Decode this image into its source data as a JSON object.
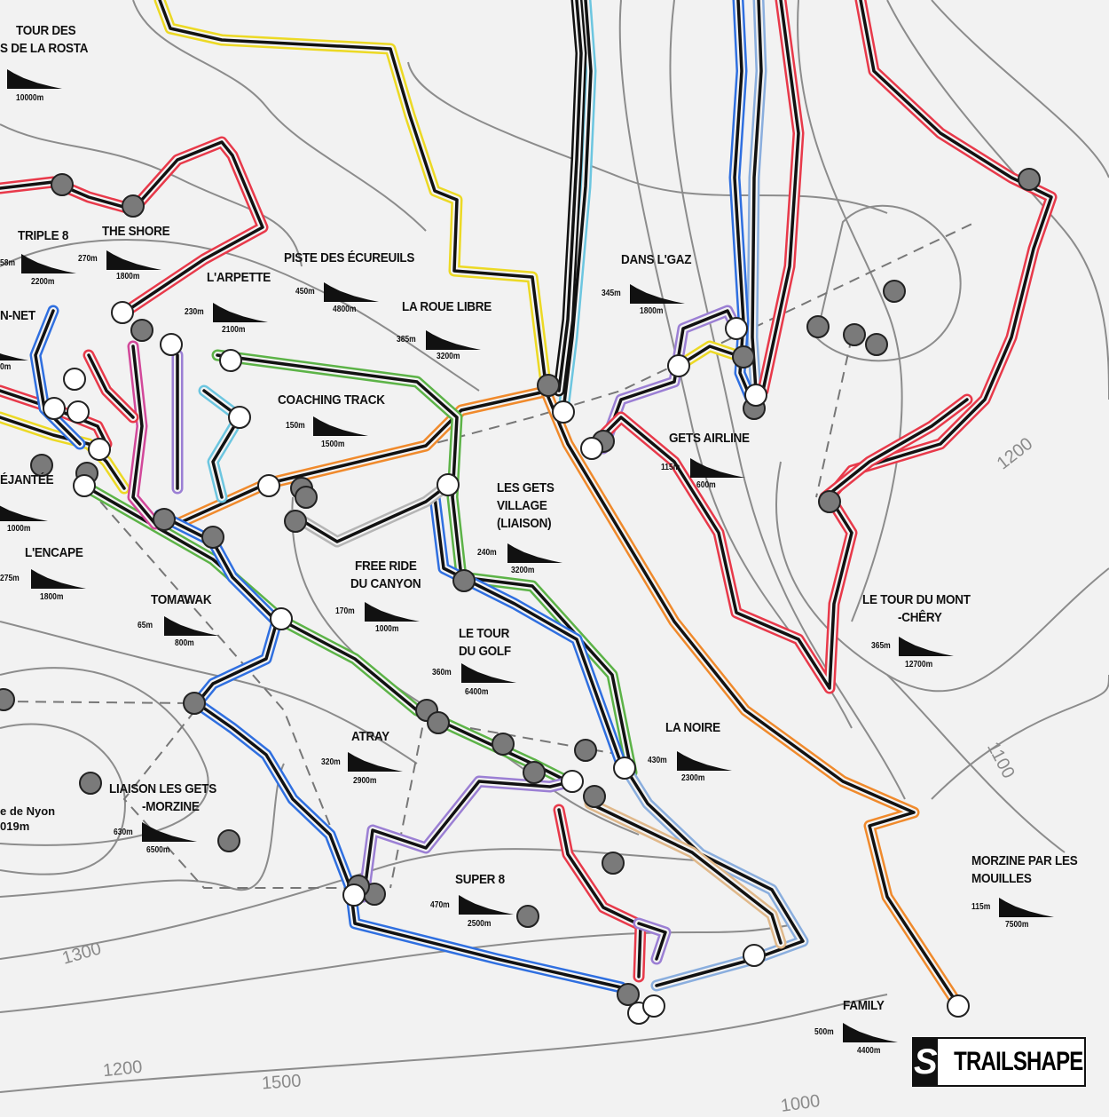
{
  "colors": {
    "red": "#e8394a",
    "yellow": "#ecd924",
    "blue": "#2f6fe0",
    "cyan": "#6cc6e0",
    "green": "#5cb347",
    "orange": "#f08a2c",
    "purple": "#9b7fd4",
    "pink": "#d2489a",
    "lightblue": "#8aaede",
    "tan": "#e0b88a",
    "gray": "#b5b5b5",
    "black": "#111111"
  },
  "trails": [
    {
      "name": [
        "TOUR DES",
        "S DE LA ROSTA"
      ],
      "length": "10000m"
    },
    {
      "name": [
        "TRIPLE 8"
      ],
      "drop": "58m",
      "length": "2200m"
    },
    {
      "name": [
        "THE SHORE"
      ],
      "drop": "270m",
      "length": "1800m"
    },
    {
      "name": [
        "L'ARPETTE"
      ],
      "drop": "230m",
      "length": "2100m"
    },
    {
      "name": [
        "PISTE DES ÉCUREUILS"
      ],
      "drop": "450m",
      "length": "4800m"
    },
    {
      "name": [
        "LA ROUE LIBRE"
      ],
      "drop": "385m",
      "length": "3200m"
    },
    {
      "name": [
        "N-NET"
      ],
      "drop": "0m"
    },
    {
      "name": [
        "COACHING TRACK"
      ],
      "drop": "150m",
      "length": "1500m"
    },
    {
      "name": [
        "ÉJANTÉE"
      ],
      "length": "1000m"
    },
    {
      "name": [
        "L'ENCAPE"
      ],
      "drop": "275m",
      "length": "1800m"
    },
    {
      "name": [
        "TOMAWAK"
      ],
      "drop": "65m",
      "length": "800m"
    },
    {
      "name": [
        "FREE RIDE",
        "DU CANYON"
      ],
      "drop": "170m",
      "length": "1000m"
    },
    {
      "name": [
        "LES GETS",
        "VILLAGE",
        "(LIAISON)"
      ],
      "drop": "240m",
      "length": "3200m"
    },
    {
      "name": [
        "LE TOUR",
        "DU GOLF"
      ],
      "drop": "360m",
      "length": "6400m"
    },
    {
      "name": [
        "DANS L'GAZ"
      ],
      "drop": "345m",
      "length": "1800m"
    },
    {
      "name": [
        "GETS AIRLINE"
      ],
      "drop": "115m",
      "length": "600m"
    },
    {
      "name": [
        "LE TOUR DU MONT",
        "-CHÊRY"
      ],
      "drop": "365m",
      "length": "12700m"
    },
    {
      "name": [
        "ATRAY"
      ],
      "drop": "320m",
      "length": "2900m"
    },
    {
      "name": [
        "LA NOIRE"
      ],
      "drop": "430m",
      "length": "2300m"
    },
    {
      "name": [
        "LIAISON LES GETS",
        "-MORZINE"
      ],
      "drop": "630m",
      "length": "6500m"
    },
    {
      "name": [
        "SUPER 8"
      ],
      "drop": "470m",
      "length": "2500m"
    },
    {
      "name": [
        "MORZINE PAR LES",
        "MOUILLES"
      ],
      "drop": "115m",
      "length": "7500m"
    },
    {
      "name": [
        "FAMILY"
      ],
      "drop": "500m",
      "length": "4400m"
    }
  ],
  "peak": {
    "name": "e de Nyon",
    "elevation": "019m"
  },
  "contour_labels": [
    "1300",
    "1200",
    "1500",
    "1200",
    "1100",
    "1000"
  ],
  "logo": {
    "text": "TRAILSHAPE",
    "mark": "S"
  }
}
